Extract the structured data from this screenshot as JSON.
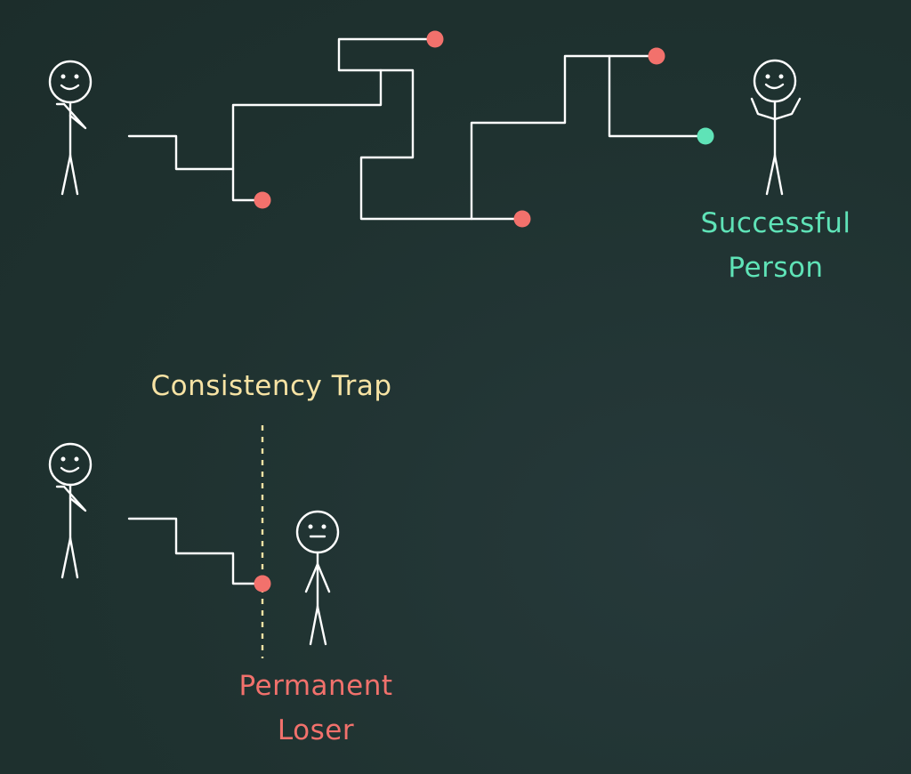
{
  "labels": {
    "success": {
      "line1": "Successful",
      "line2": "Person"
    },
    "trap": "Consistency Trap",
    "loser": {
      "line1": "Permanent",
      "line2": "Loser"
    }
  },
  "colors": {
    "background": "#1f312f",
    "line": "#ffffff",
    "dead_end": "#f2716c",
    "success_end": "#5fe3b7",
    "trap": "#f7e3a4"
  },
  "figures": [
    {
      "name": "thinking-stick-figure",
      "pose": "thinking"
    },
    {
      "name": "celebrating-stick-figure",
      "pose": "celebrating"
    },
    {
      "name": "thinking-stick-figure",
      "pose": "thinking"
    },
    {
      "name": "neutral-stick-figure",
      "pose": "neutral"
    }
  ]
}
